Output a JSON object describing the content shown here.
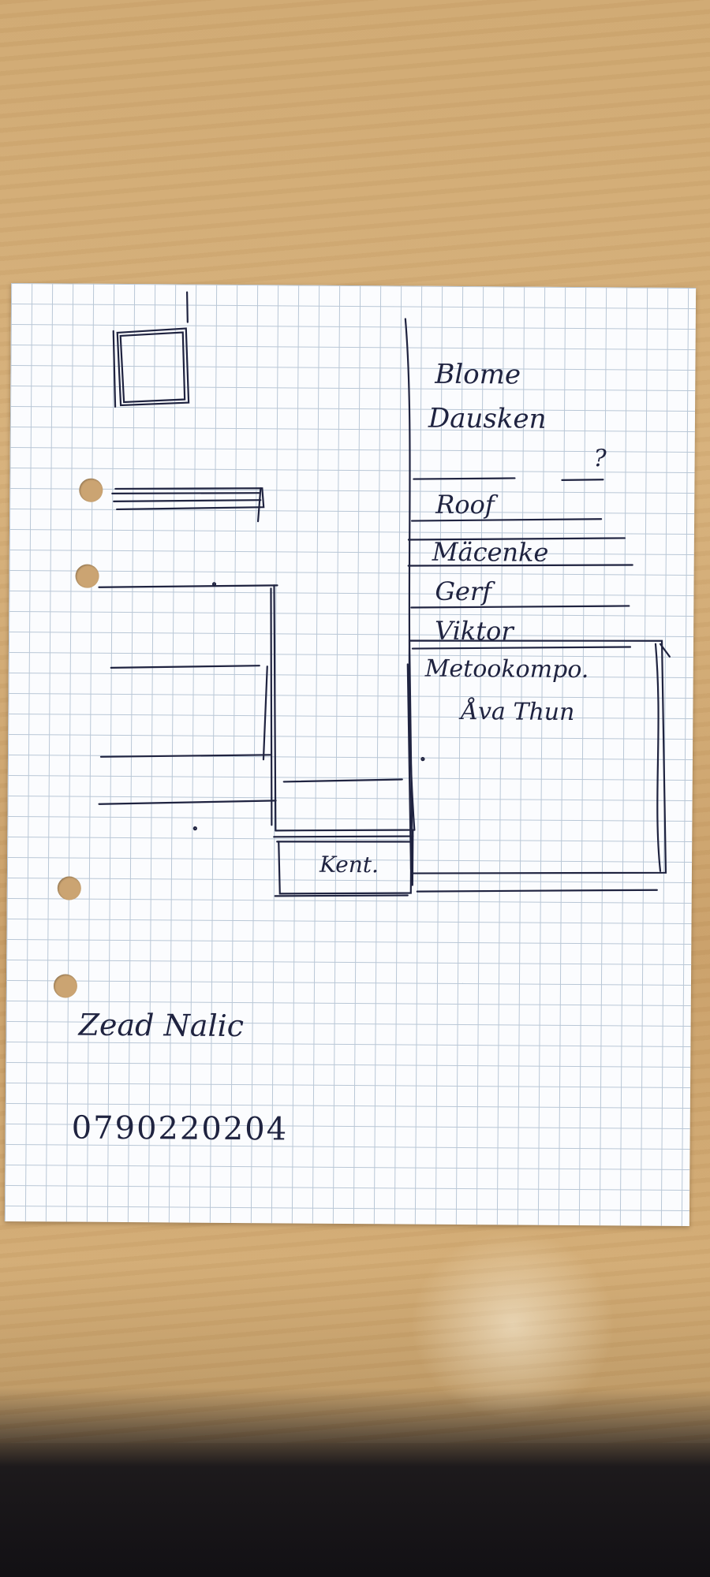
{
  "sheet": {
    "menu_items": [
      "Blome",
      "Dausken",
      "?",
      "Roof",
      "Mäcenke",
      "Gerf",
      "Viktor"
    ],
    "panel_lines": [
      "Metookompo.",
      "Åva Thun"
    ],
    "box_label": "Kent.",
    "name": "Zead Nalic",
    "phone": "0790220204"
  },
  "colors": {
    "ink": "#1f2340",
    "grid": "#b9c7d6",
    "paper": "#fbfcfe",
    "table": "#d6b07a"
  }
}
